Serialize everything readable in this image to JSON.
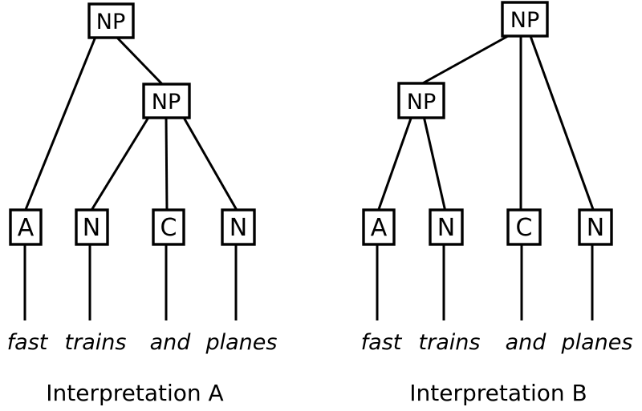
{
  "diagram": {
    "colors": {
      "foreground": "#000000",
      "background": "#ffffff"
    },
    "trees": [
      {
        "caption": "Interpretation A",
        "nodes": {
          "root": {
            "label": "NP"
          },
          "inner": {
            "label": "NP"
          },
          "leaf1": {
            "label": "A"
          },
          "leaf2": {
            "label": "N"
          },
          "leaf3": {
            "label": "C"
          },
          "leaf4": {
            "label": "N"
          }
        },
        "words": {
          "w1": "fast",
          "w2": "trains",
          "w3": "and",
          "w4": "planes"
        }
      },
      {
        "caption": "Interpretation B",
        "nodes": {
          "root": {
            "label": "NP"
          },
          "inner": {
            "label": "NP"
          },
          "leaf1": {
            "label": "A"
          },
          "leaf2": {
            "label": "N"
          },
          "leaf3": {
            "label": "C"
          },
          "leaf4": {
            "label": "N"
          }
        },
        "words": {
          "w1": "fast",
          "w2": "trains",
          "w3": "and",
          "w4": "planes"
        }
      }
    ]
  }
}
